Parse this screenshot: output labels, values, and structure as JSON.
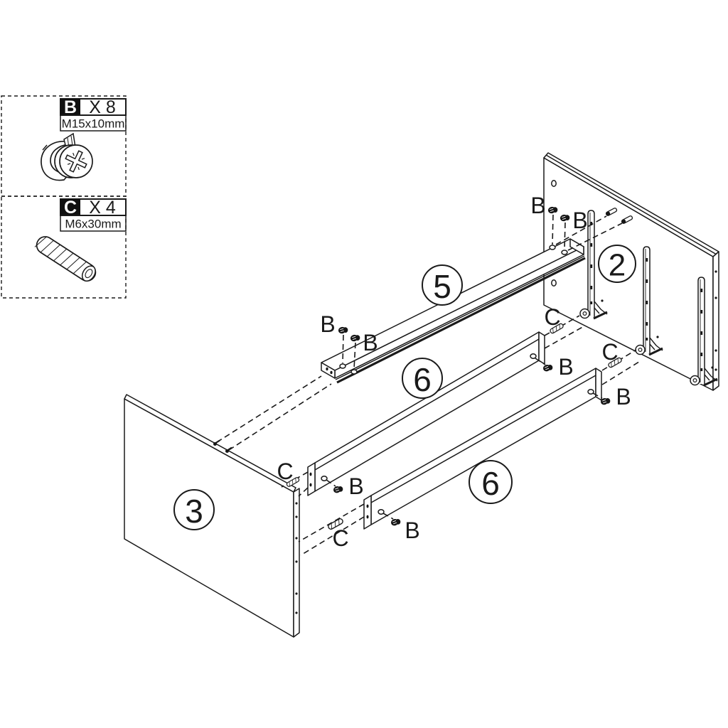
{
  "document": {
    "type": "furniture-assembly-exploded-diagram"
  },
  "legend": {
    "items": [
      {
        "letter": "B",
        "qty": "X 8",
        "size": "M15x10mm",
        "hardware": "cam-lock-fastener"
      },
      {
        "letter": "C",
        "qty": "X 4",
        "size": "M6x30mm",
        "hardware": "wooden-dowel"
      }
    ]
  },
  "parts": {
    "back_panel": "2",
    "side_panel": "3",
    "top_rail": "5",
    "cross_rail": "6"
  },
  "fasteners": {
    "cam": "B",
    "dowel": "C"
  },
  "colors": {
    "line": "#1a1a1a",
    "bg": "#ffffff"
  }
}
